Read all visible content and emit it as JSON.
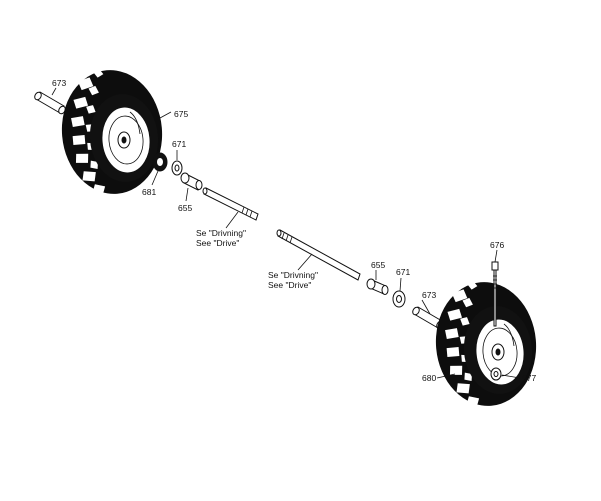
{
  "parts": {
    "pin_top_left": "673",
    "tire_left": "675",
    "washer_left_outer": "671",
    "washer_left_inner": "681",
    "bushing_left": "655",
    "bolt": "676",
    "bushing_right": "655",
    "washer_right": "671",
    "pin_right": "673",
    "tire_right": "680",
    "nut_right": "677"
  },
  "notes": {
    "axle_left_line1": "Se \"Drivning\"",
    "axle_left_line2": "See \"Drive\"",
    "axle_right_line1": "Se \"Drivning\"",
    "axle_right_line2": "See \"Drive\""
  }
}
